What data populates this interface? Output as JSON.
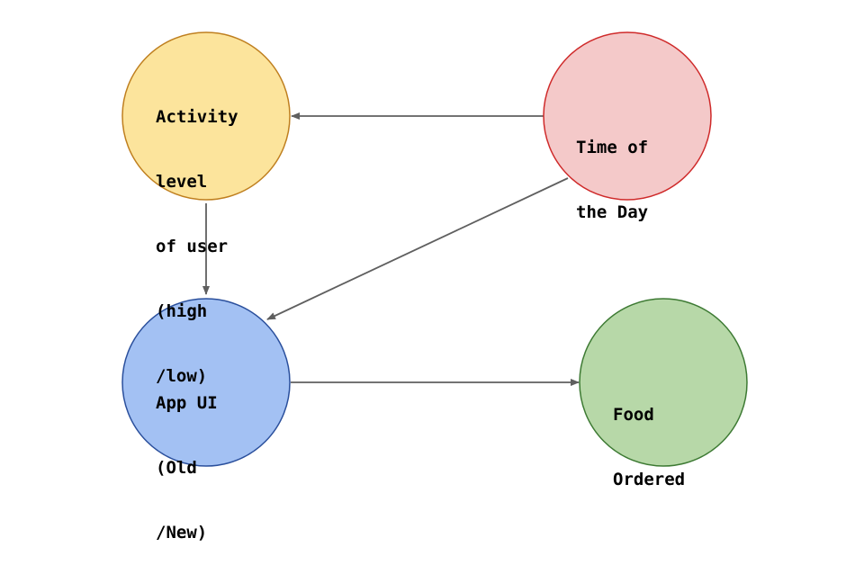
{
  "nodes": {
    "activity": {
      "lines": [
        "Activity",
        "level",
        "of user",
        "(high",
        "/low)"
      ],
      "fill": "#fce49c",
      "stroke": "#bf7f1f"
    },
    "time": {
      "lines": [
        "Time of",
        "the Day"
      ],
      "fill": "#f4c9c9",
      "stroke": "#cf2a2a"
    },
    "appui": {
      "lines": [
        "App UI",
        "(Old",
        "/New)"
      ],
      "fill": "#a3c1f3",
      "stroke": "#2a4f9c"
    },
    "food": {
      "lines": [
        "Food",
        "Ordered"
      ],
      "fill": "#b7d8a8",
      "stroke": "#3d7a33"
    }
  },
  "edges": [
    {
      "from": "time",
      "to": "activity"
    },
    {
      "from": "time",
      "to": "appui"
    },
    {
      "from": "activity",
      "to": "appui"
    },
    {
      "from": "appui",
      "to": "food"
    }
  ],
  "colors": {
    "edge": "#5f5f5f"
  }
}
